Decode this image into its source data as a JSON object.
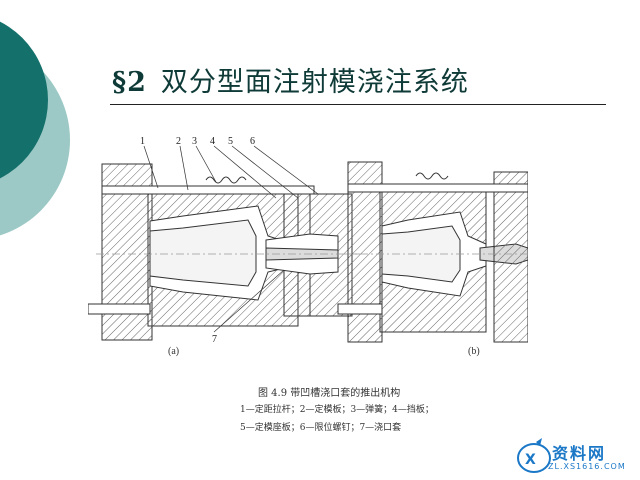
{
  "slide": {
    "title_section": "§2",
    "title_text": "双分型面注射模浇注系统"
  },
  "figure": {
    "callouts": [
      "1",
      "2",
      "3",
      "4",
      "5",
      "6",
      "7"
    ],
    "sublabel_a": "(a)",
    "sublabel_b": "(b)",
    "caption_title": "图 4.9  带凹槽浇口套的推出机构",
    "caption_line1": "1—定距拉杆；2—定模板；3—弹簧；4—挡板；",
    "caption_line2": "5—定模座板；6—限位螺钉；7—浇口套"
  },
  "watermark": {
    "brand": "资料网",
    "url": "ZL.XS1616.COM"
  },
  "colors": {
    "teal_dark": "#14706b",
    "teal_light": "#9cc9c5",
    "title": "#0e3a37",
    "watermark": "#1b78c7"
  }
}
